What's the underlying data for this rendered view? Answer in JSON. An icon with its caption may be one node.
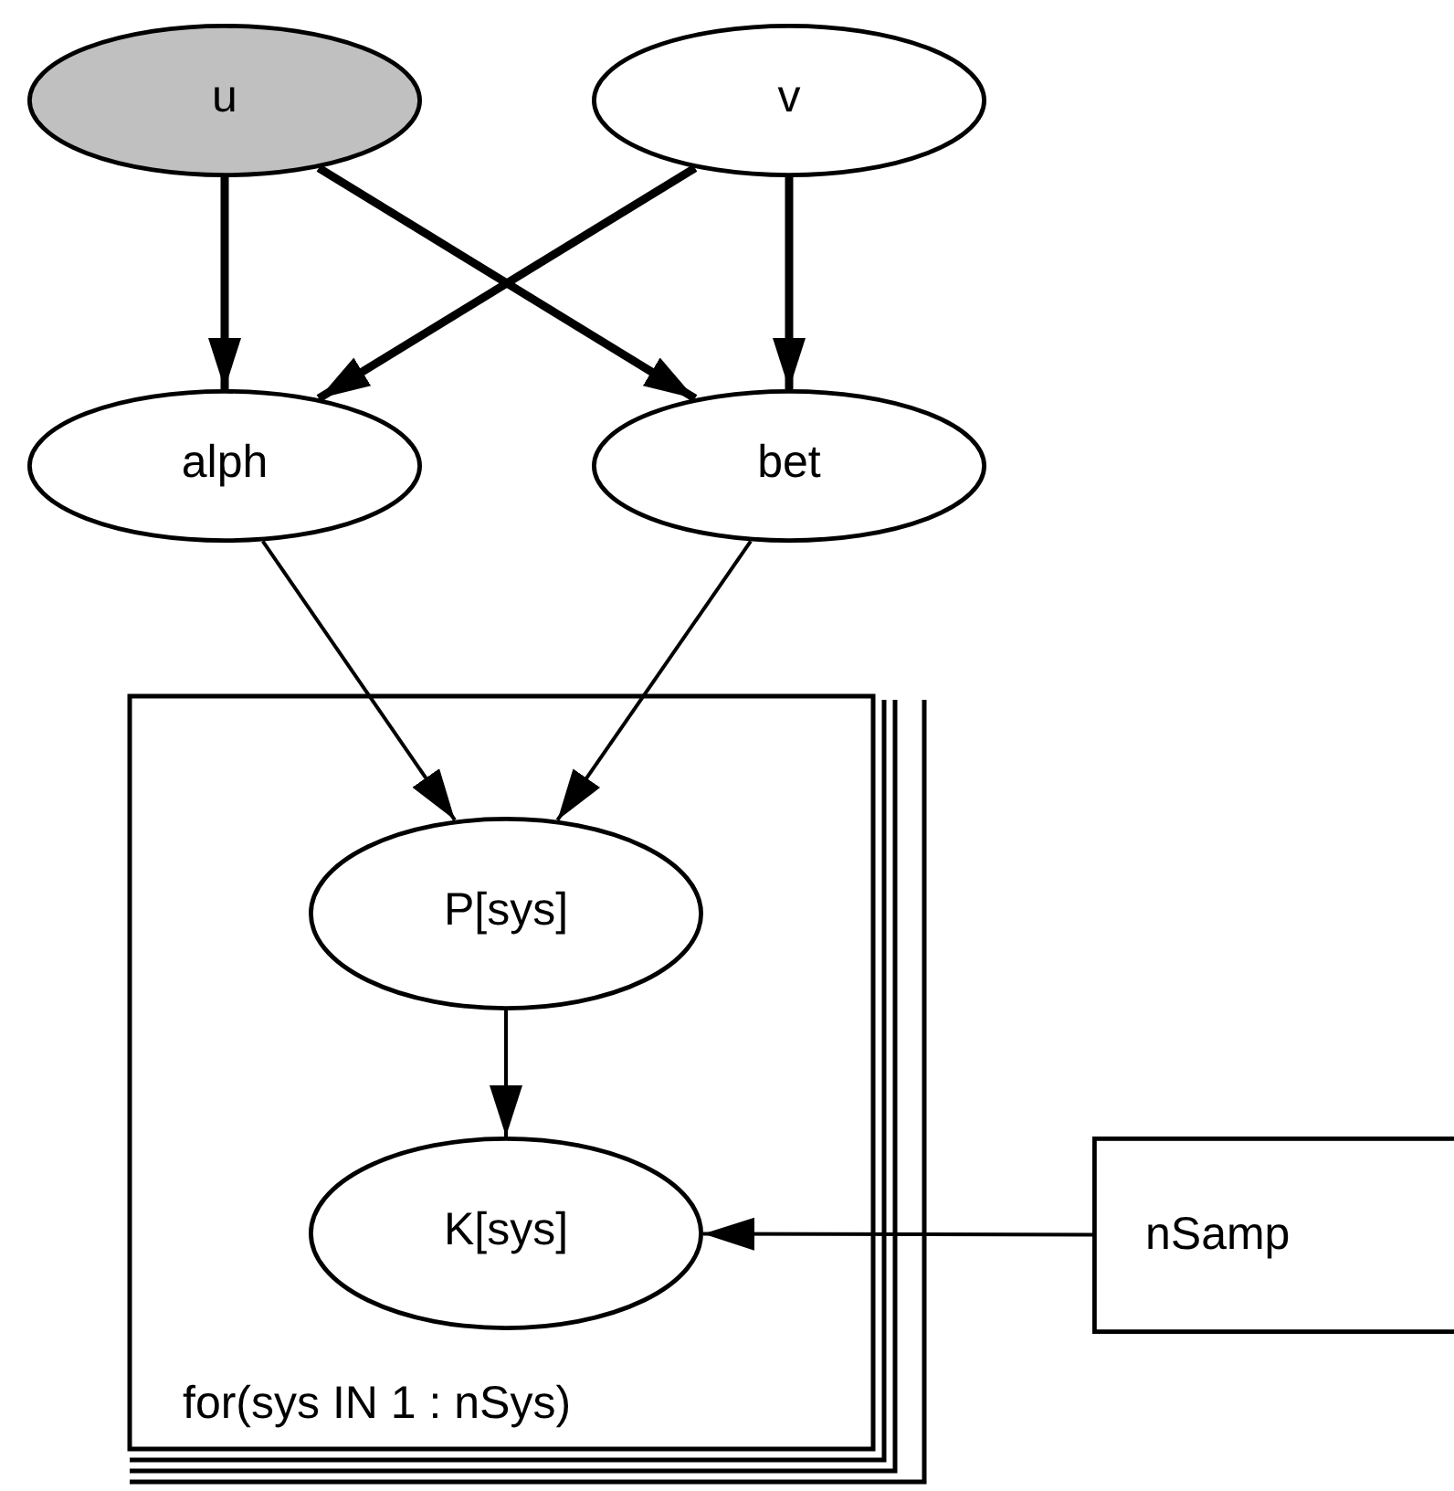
{
  "diagram": {
    "nodes": [
      {
        "text": [
          "u"
        ]
      },
      {
        "text": [
          "v"
        ]
      },
      {
        "text": [
          "alph"
        ]
      },
      {
        "text": [
          "bet"
        ]
      },
      {
        "text": [
          "for(sys IN 1 : nSys)"
        ]
      },
      {
        "text": [
          "P[sys]"
        ],
        "in": 4
      },
      {
        "text": [
          "K[sys]"
        ],
        "in": 4
      },
      {
        "text": [
          "nSamp"
        ]
      }
    ],
    "edges": [
      {
        "from": 0,
        "to": 2,
        "arrow": "to",
        "style": "thick"
      },
      {
        "from": 0,
        "to": 3,
        "arrow": "to",
        "style": "thick"
      },
      {
        "from": 1,
        "to": 2,
        "arrow": "to",
        "style": "thick"
      },
      {
        "from": 1,
        "to": 3,
        "arrow": "to",
        "style": "thick"
      },
      {
        "from": 2,
        "to": 5,
        "arrow": "to"
      },
      {
        "from": 3,
        "to": 5,
        "arrow": "to"
      },
      {
        "from": 5,
        "to": 6,
        "arrow": "to"
      },
      {
        "from": 7,
        "to": 6,
        "arrow": "to"
      }
    ]
  }
}
